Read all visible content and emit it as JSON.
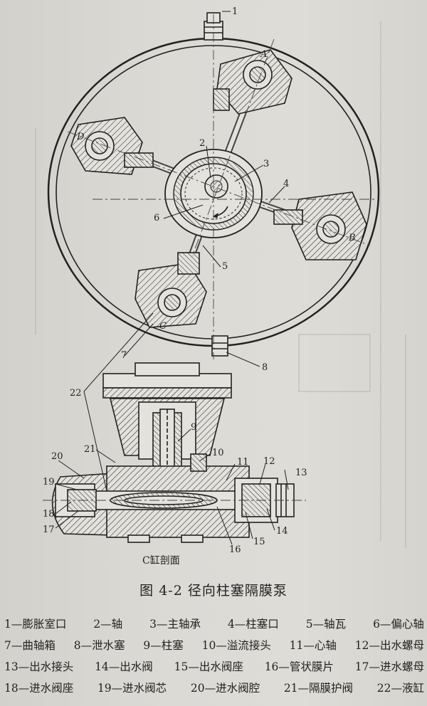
{
  "figure": {
    "caption": "图 4-2   径向柱塞隔膜泵",
    "section_title": "C缸剖面",
    "cylinder_letters": [
      "A",
      "B",
      "C",
      "D"
    ],
    "callout_numbers": [
      "1",
      "2",
      "3",
      "4",
      "5",
      "6",
      "7",
      "8",
      "9",
      "10",
      "11",
      "12",
      "13",
      "14",
      "15",
      "16",
      "17",
      "18",
      "19",
      "20",
      "21",
      "22"
    ],
    "legend_rows": [
      [
        "1—膨胀室口",
        "2—轴",
        "3—主轴承",
        "4—柱塞口",
        "5—轴瓦",
        "6—偏心轴"
      ],
      [
        "7—曲轴箱",
        "8—泄水塞",
        "9—柱塞",
        "10—溢流接头",
        "11—心轴",
        "12—出水螺母"
      ],
      [
        "13—出水接头",
        "14—出水阀",
        "15—出水阀座",
        "16—管状膜片",
        "17—进水螺母"
      ],
      [
        "18—进水阀座",
        "19—进水阀芯",
        "20—进水阀腔",
        "21—隔膜护阀",
        "22—液缸"
      ]
    ]
  }
}
